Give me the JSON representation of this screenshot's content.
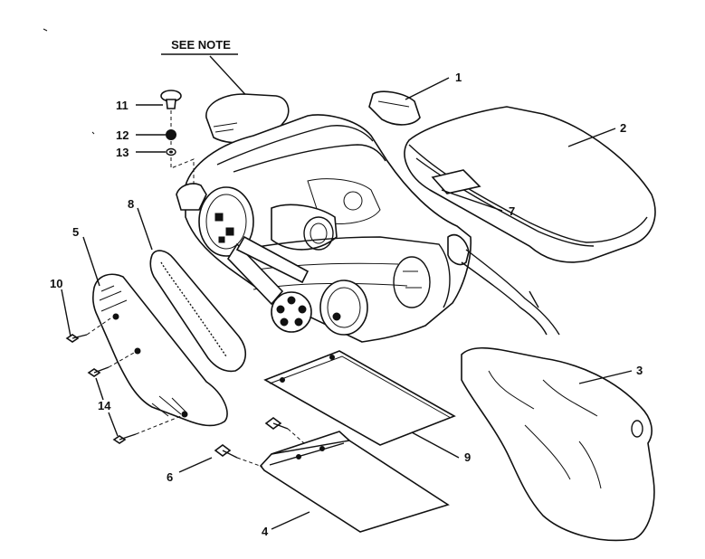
{
  "note": "SEE NOTE",
  "callouts": [
    "1",
    "2",
    "3",
    "4",
    "5",
    "6",
    "7",
    "8",
    "9",
    "10",
    "11",
    "12",
    "13",
    "14"
  ]
}
